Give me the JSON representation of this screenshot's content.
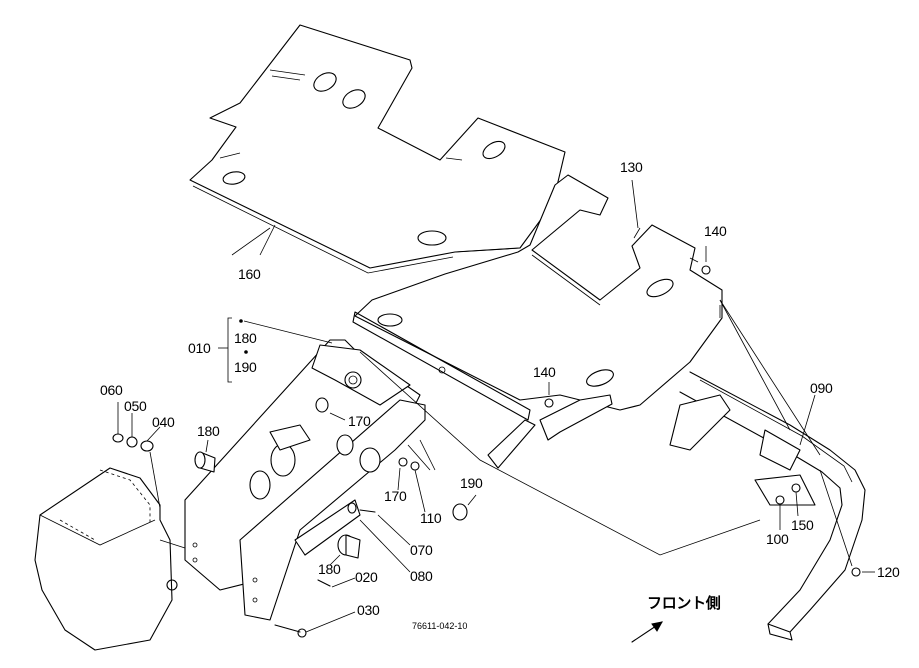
{
  "figure_code": "76611-042-10",
  "front_side_label": "フロント側",
  "callouts": {
    "c160": "160",
    "c130": "130",
    "c140a": "140",
    "c140b": "140",
    "c090": "090",
    "c010": "010",
    "c180a": "180",
    "c190a": "190",
    "c060": "060",
    "c050": "050",
    "c040": "040",
    "c180b": "180",
    "c170a": "170",
    "c170b": "170",
    "c110": "110",
    "c190b": "190",
    "c070": "070",
    "c080": "080",
    "c180c": "180",
    "c020": "020",
    "c030": "030",
    "c100": "100",
    "c150": "150",
    "c120": "120"
  }
}
